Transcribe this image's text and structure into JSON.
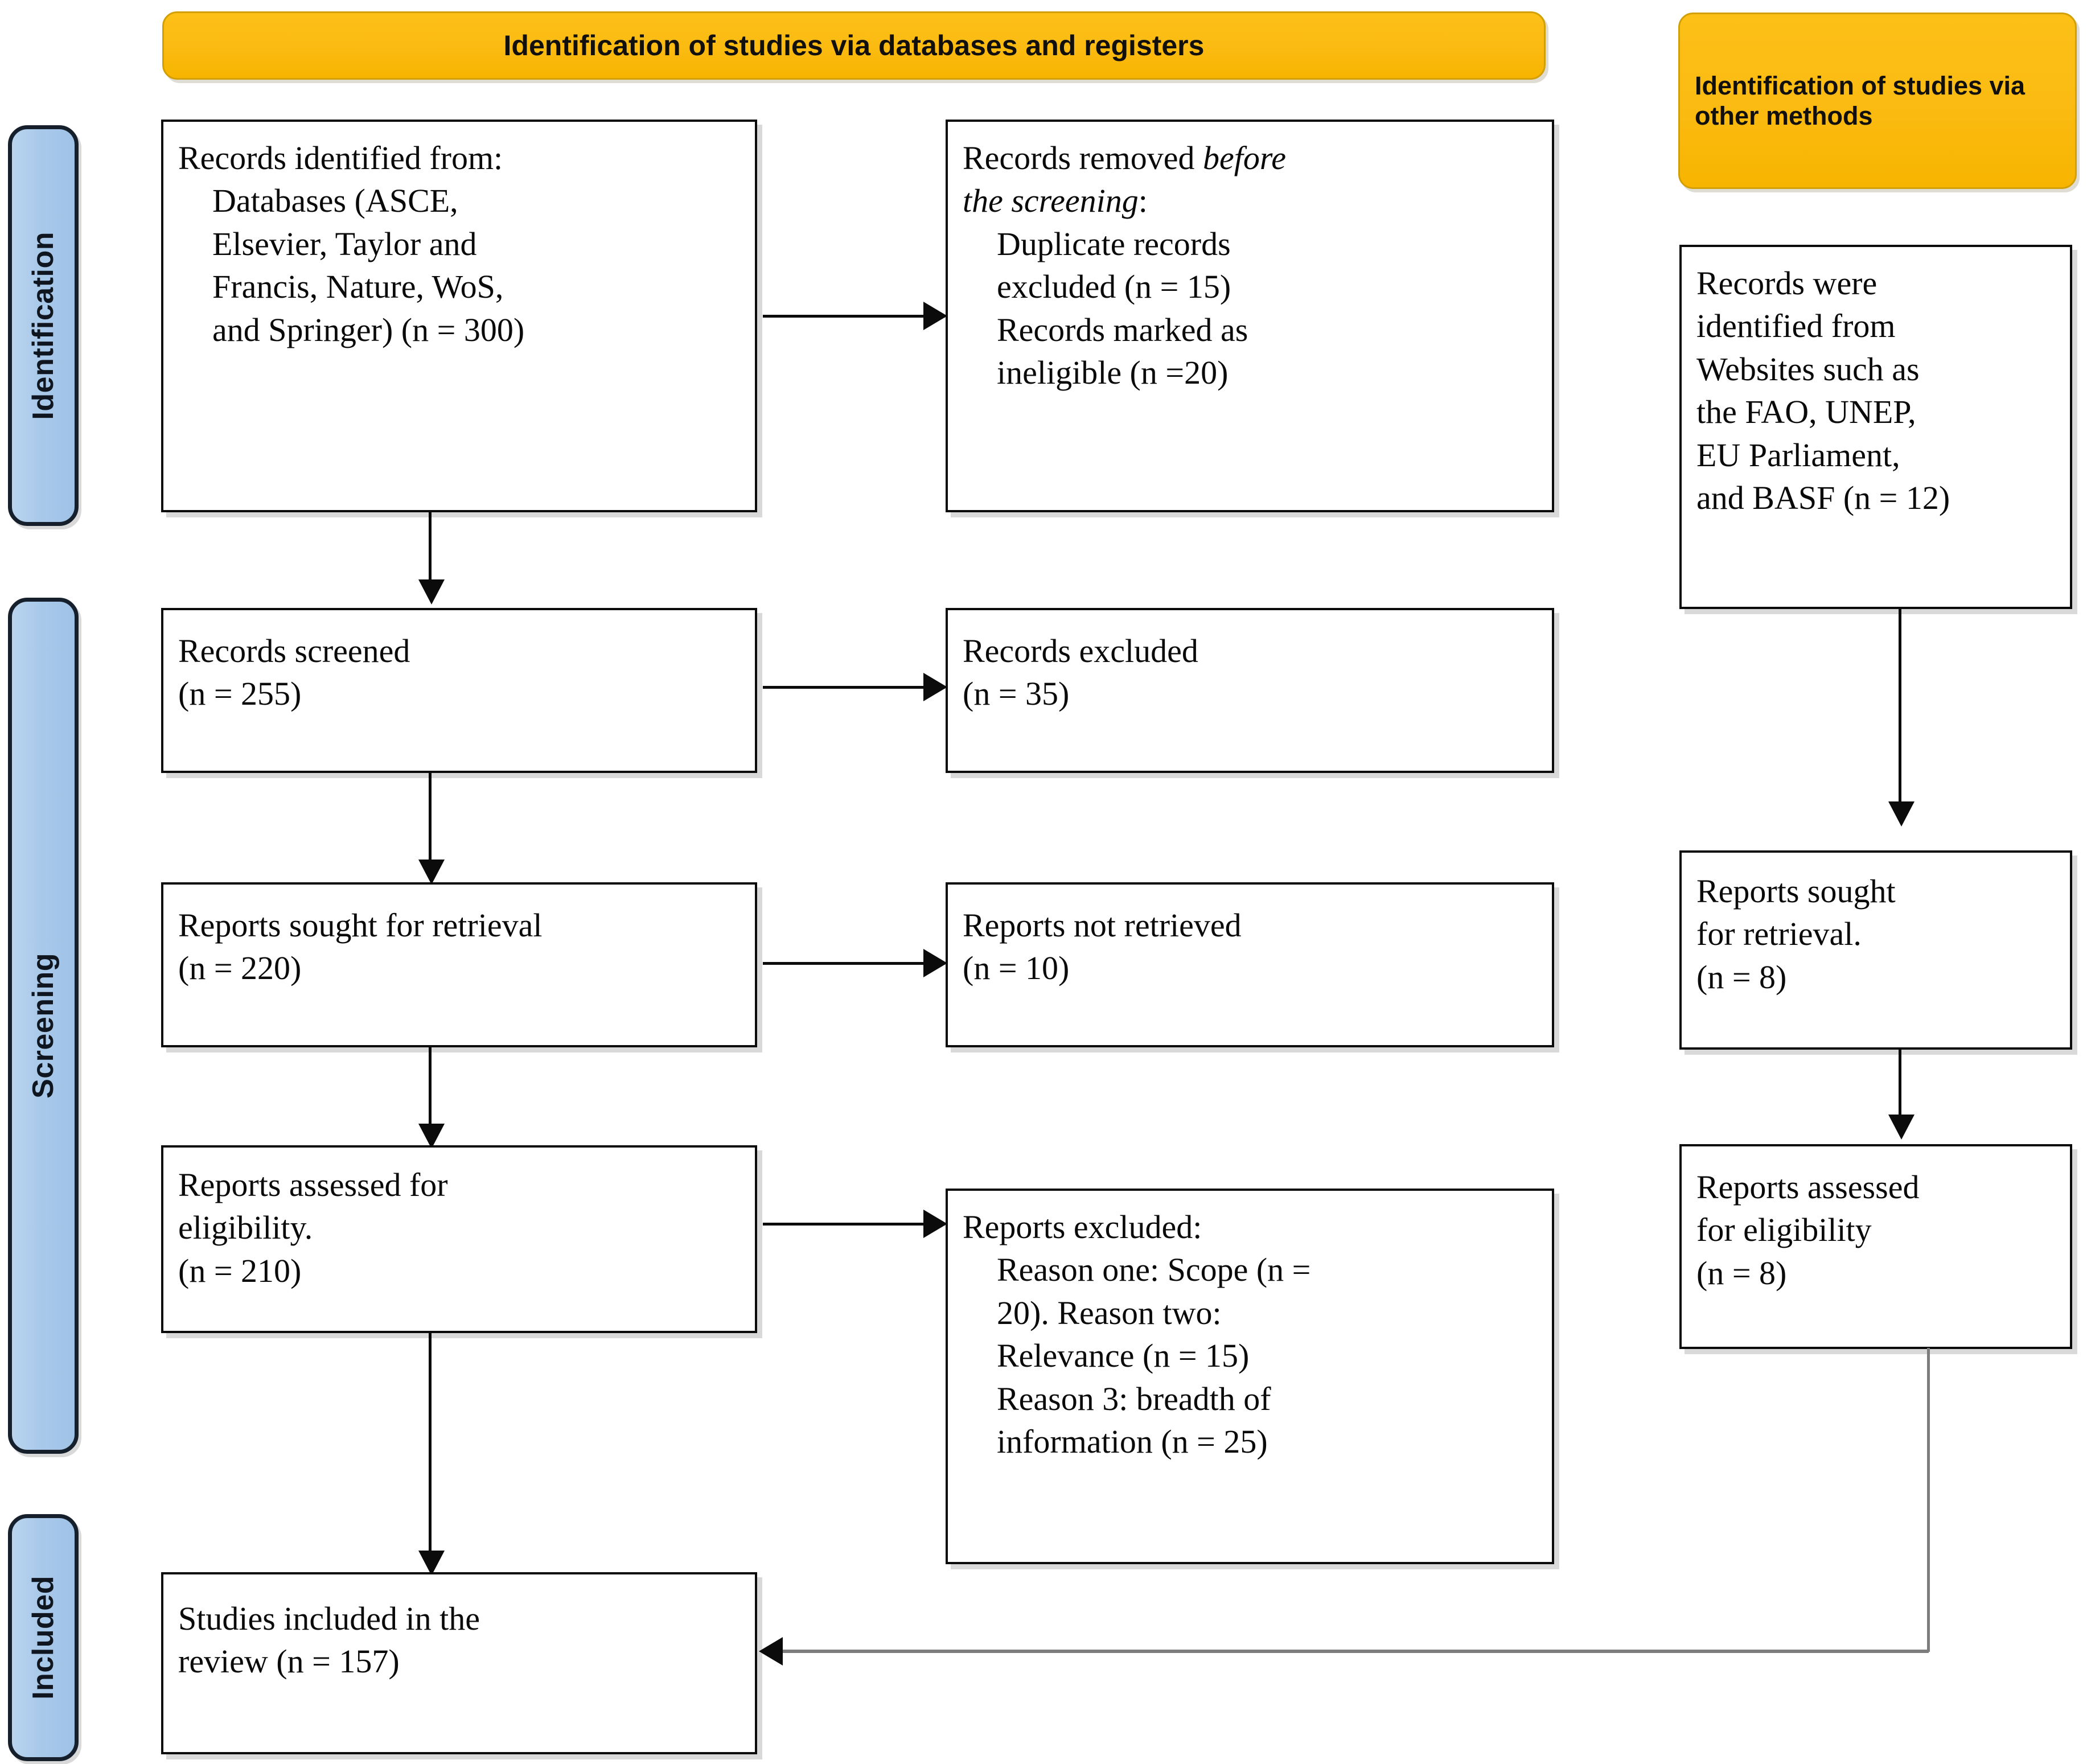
{
  "diagram": {
    "type": "prisma-flow-diagram",
    "banners": [
      {
        "id": "databases",
        "label": "Identification of studies via databases and registers"
      },
      {
        "id": "other-methods",
        "label": "Identification of studies via other methods"
      }
    ],
    "stages": [
      {
        "id": "identification",
        "label": "Identification"
      },
      {
        "id": "screening",
        "label": "Screening"
      },
      {
        "id": "included",
        "label": "Included"
      }
    ],
    "boxes": {
      "records_identified": {
        "lines": [
          "Records identified from:",
          "Databases (ASCE,",
          "Elsevier, Taylor and",
          "Francis, Nature, WoS,",
          "and Springer) (n = 300)"
        ],
        "n": 300
      },
      "records_removed": {
        "lines": [
          "Records removed before",
          "the screening:",
          "Duplicate records",
          "excluded (n = 15)",
          "Records marked as",
          "ineligible (n =20)"
        ],
        "duplicates_n": 15,
        "ineligible_n": 20
      },
      "records_identified_other": {
        "lines": [
          "Records were",
          "identified from",
          "Websites such as",
          "the FAO, UNEP,",
          "EU Parliament,",
          "and BASF (n = 12)"
        ],
        "n": 12
      },
      "records_screened": {
        "lines": [
          "Records screened",
          "(n = 255)"
        ],
        "n": 255
      },
      "records_excluded": {
        "lines": [
          "Records excluded",
          "(n = 35)"
        ],
        "n": 35
      },
      "reports_sought": {
        "lines": [
          "Reports sought for retrieval",
          "(n = 220)"
        ],
        "n": 220
      },
      "reports_not_retrieved": {
        "lines": [
          "Reports not retrieved",
          "(n = 10)"
        ],
        "n": 10
      },
      "reports_assessed": {
        "lines": [
          "Reports assessed for",
          "eligibility.",
          "(n = 210)"
        ],
        "n": 210
      },
      "reports_excluded": {
        "lines": [
          "Reports excluded:",
          "Reason one: Scope (n =",
          "20). Reason two:",
          "Relevance (n = 15)",
          "Reason 3: breadth of",
          "information (n = 25)"
        ],
        "reason_one_n": 20,
        "reason_two_n": 15,
        "reason_three_n": 25
      },
      "reports_sought_other": {
        "lines": [
          "Reports sought",
          "for retrieval.",
          "(n = 8)"
        ],
        "n": 8
      },
      "reports_assessed_other": {
        "lines": [
          "Reports assessed",
          "for eligibility",
          "(n = 8)"
        ],
        "n": 8
      },
      "studies_included": {
        "lines": [
          "Studies included in the",
          "review (n = 157)"
        ],
        "n": 157
      }
    },
    "colors": {
      "banner": "#FBBB12",
      "stage_bar": "#A9C9EA",
      "box_border": "#0B0B0B",
      "connector": "#0B0B0B",
      "connector_gray": "#7D7D7D",
      "text": "#0A0A0A"
    }
  }
}
